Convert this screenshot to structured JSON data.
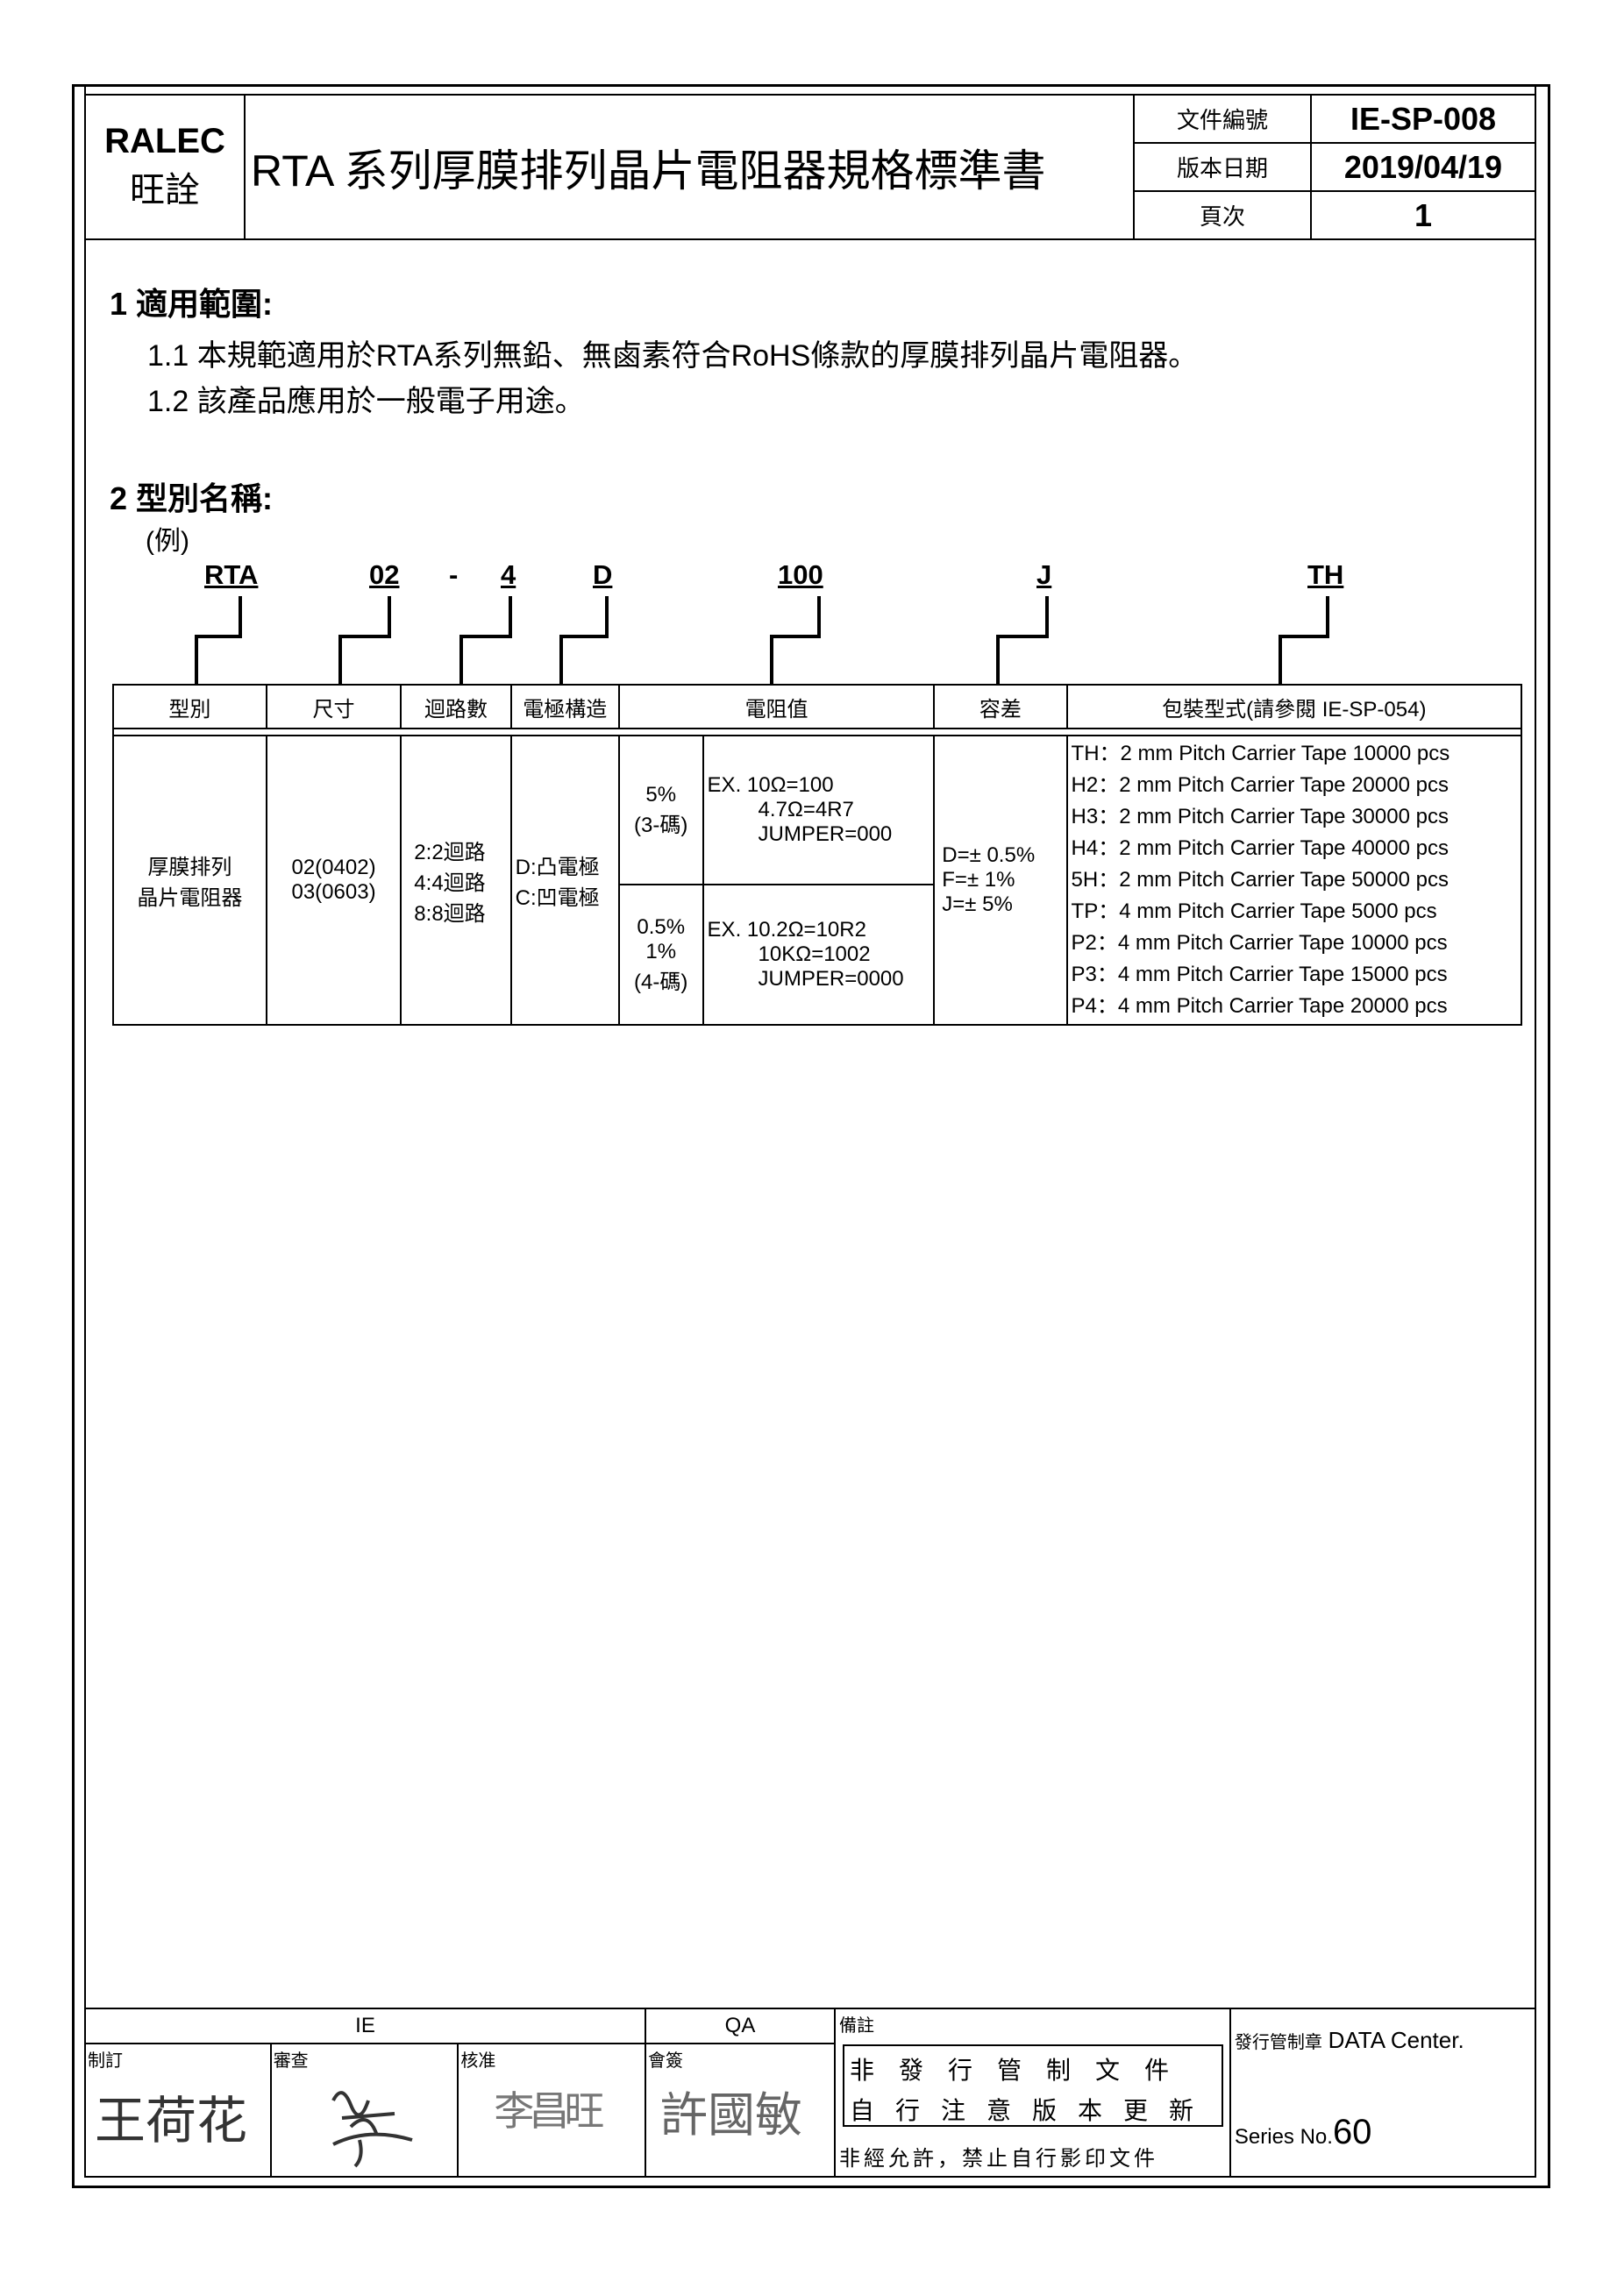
{
  "header": {
    "company_en": "RALEC",
    "company_cn": "旺詮",
    "doc_title": "RTA 系列厚膜排列晶片電阻器規格標準書",
    "doc_no_label": "文件編號",
    "doc_no": "IE-SP-008",
    "version_date_label": "版本日期",
    "version_date": "2019/04/19",
    "page_label": "頁次",
    "page": "1"
  },
  "section1": {
    "title": "1 適用範圍:",
    "items": [
      "1.1 本規範適用於RTA系列無鉛、無鹵素符合RoHS條款的厚膜排列晶片電阻器。",
      "1.2 該產品應用於一般電子用途。"
    ]
  },
  "section2": {
    "title": "2 型別名稱:",
    "example": "(例)",
    "codes": [
      "RTA",
      "02",
      "-",
      "4",
      "D",
      "100",
      "J",
      "TH"
    ]
  },
  "spec_table": {
    "headers": [
      "型別",
      "尺寸",
      "迴路數",
      "電極構造",
      "電阻值",
      "容差",
      "包裝型式(請參閱 IE-SP-054)"
    ],
    "type": [
      "厚膜排列",
      "晶片電阻器"
    ],
    "sizes": [
      "02(0402)",
      "03(0603)"
    ],
    "circuits": [
      "2:2迴路",
      "4:4迴路",
      "8:8迴路"
    ],
    "electrode": [
      "D:凸電極",
      "C:凹電極"
    ],
    "res_5_tol": [
      "5%",
      "(3-碼)"
    ],
    "res_5_ex": [
      "EX. 10Ω=100",
      "4.7Ω=4R7",
      "JUMPER=000"
    ],
    "res_1_tol": [
      "0.5%",
      "1%",
      "(4-碼)"
    ],
    "res_1_ex": [
      "EX. 10.2Ω=10R2",
      "10KΩ=1002",
      "JUMPER=0000"
    ],
    "tolerance": [
      "D=± 0.5%",
      "F=± 1%",
      "J=± 5%"
    ],
    "packaging": [
      "TH：2 mm Pitch Carrier Tape 10000 pcs",
      "H2：2 mm Pitch Carrier Tape 20000 pcs",
      "H3：2 mm Pitch Carrier Tape 30000 pcs",
      "H4：2 mm Pitch Carrier Tape 40000 pcs",
      "5H：2 mm Pitch Carrier Tape 50000 pcs",
      "TP：4 mm Pitch Carrier Tape 5000 pcs",
      "P2：4 mm Pitch Carrier Tape 10000 pcs",
      "P3：4 mm Pitch Carrier Tape 15000 pcs",
      "P4：4 mm Pitch Carrier Tape 20000 pcs"
    ]
  },
  "footer": {
    "ie_label": "IE",
    "qa_label": "QA",
    "remark_label": "備註",
    "made_label": "制訂",
    "review_label": "審查",
    "approve_label": "核准",
    "sign_label": "會簽",
    "sig_made": "王荷花",
    "sig_approve": "李昌旺",
    "sig_sign": "許國敏",
    "notice_line1": "非發行管制文件",
    "notice_line2": "自行注意版本更新",
    "notice_line3": "非經允許，禁止自行影印文件",
    "stamp_label": "發行管制章",
    "data_center": "DATA Center.",
    "series_label": "Series No.",
    "series_no": "60"
  }
}
